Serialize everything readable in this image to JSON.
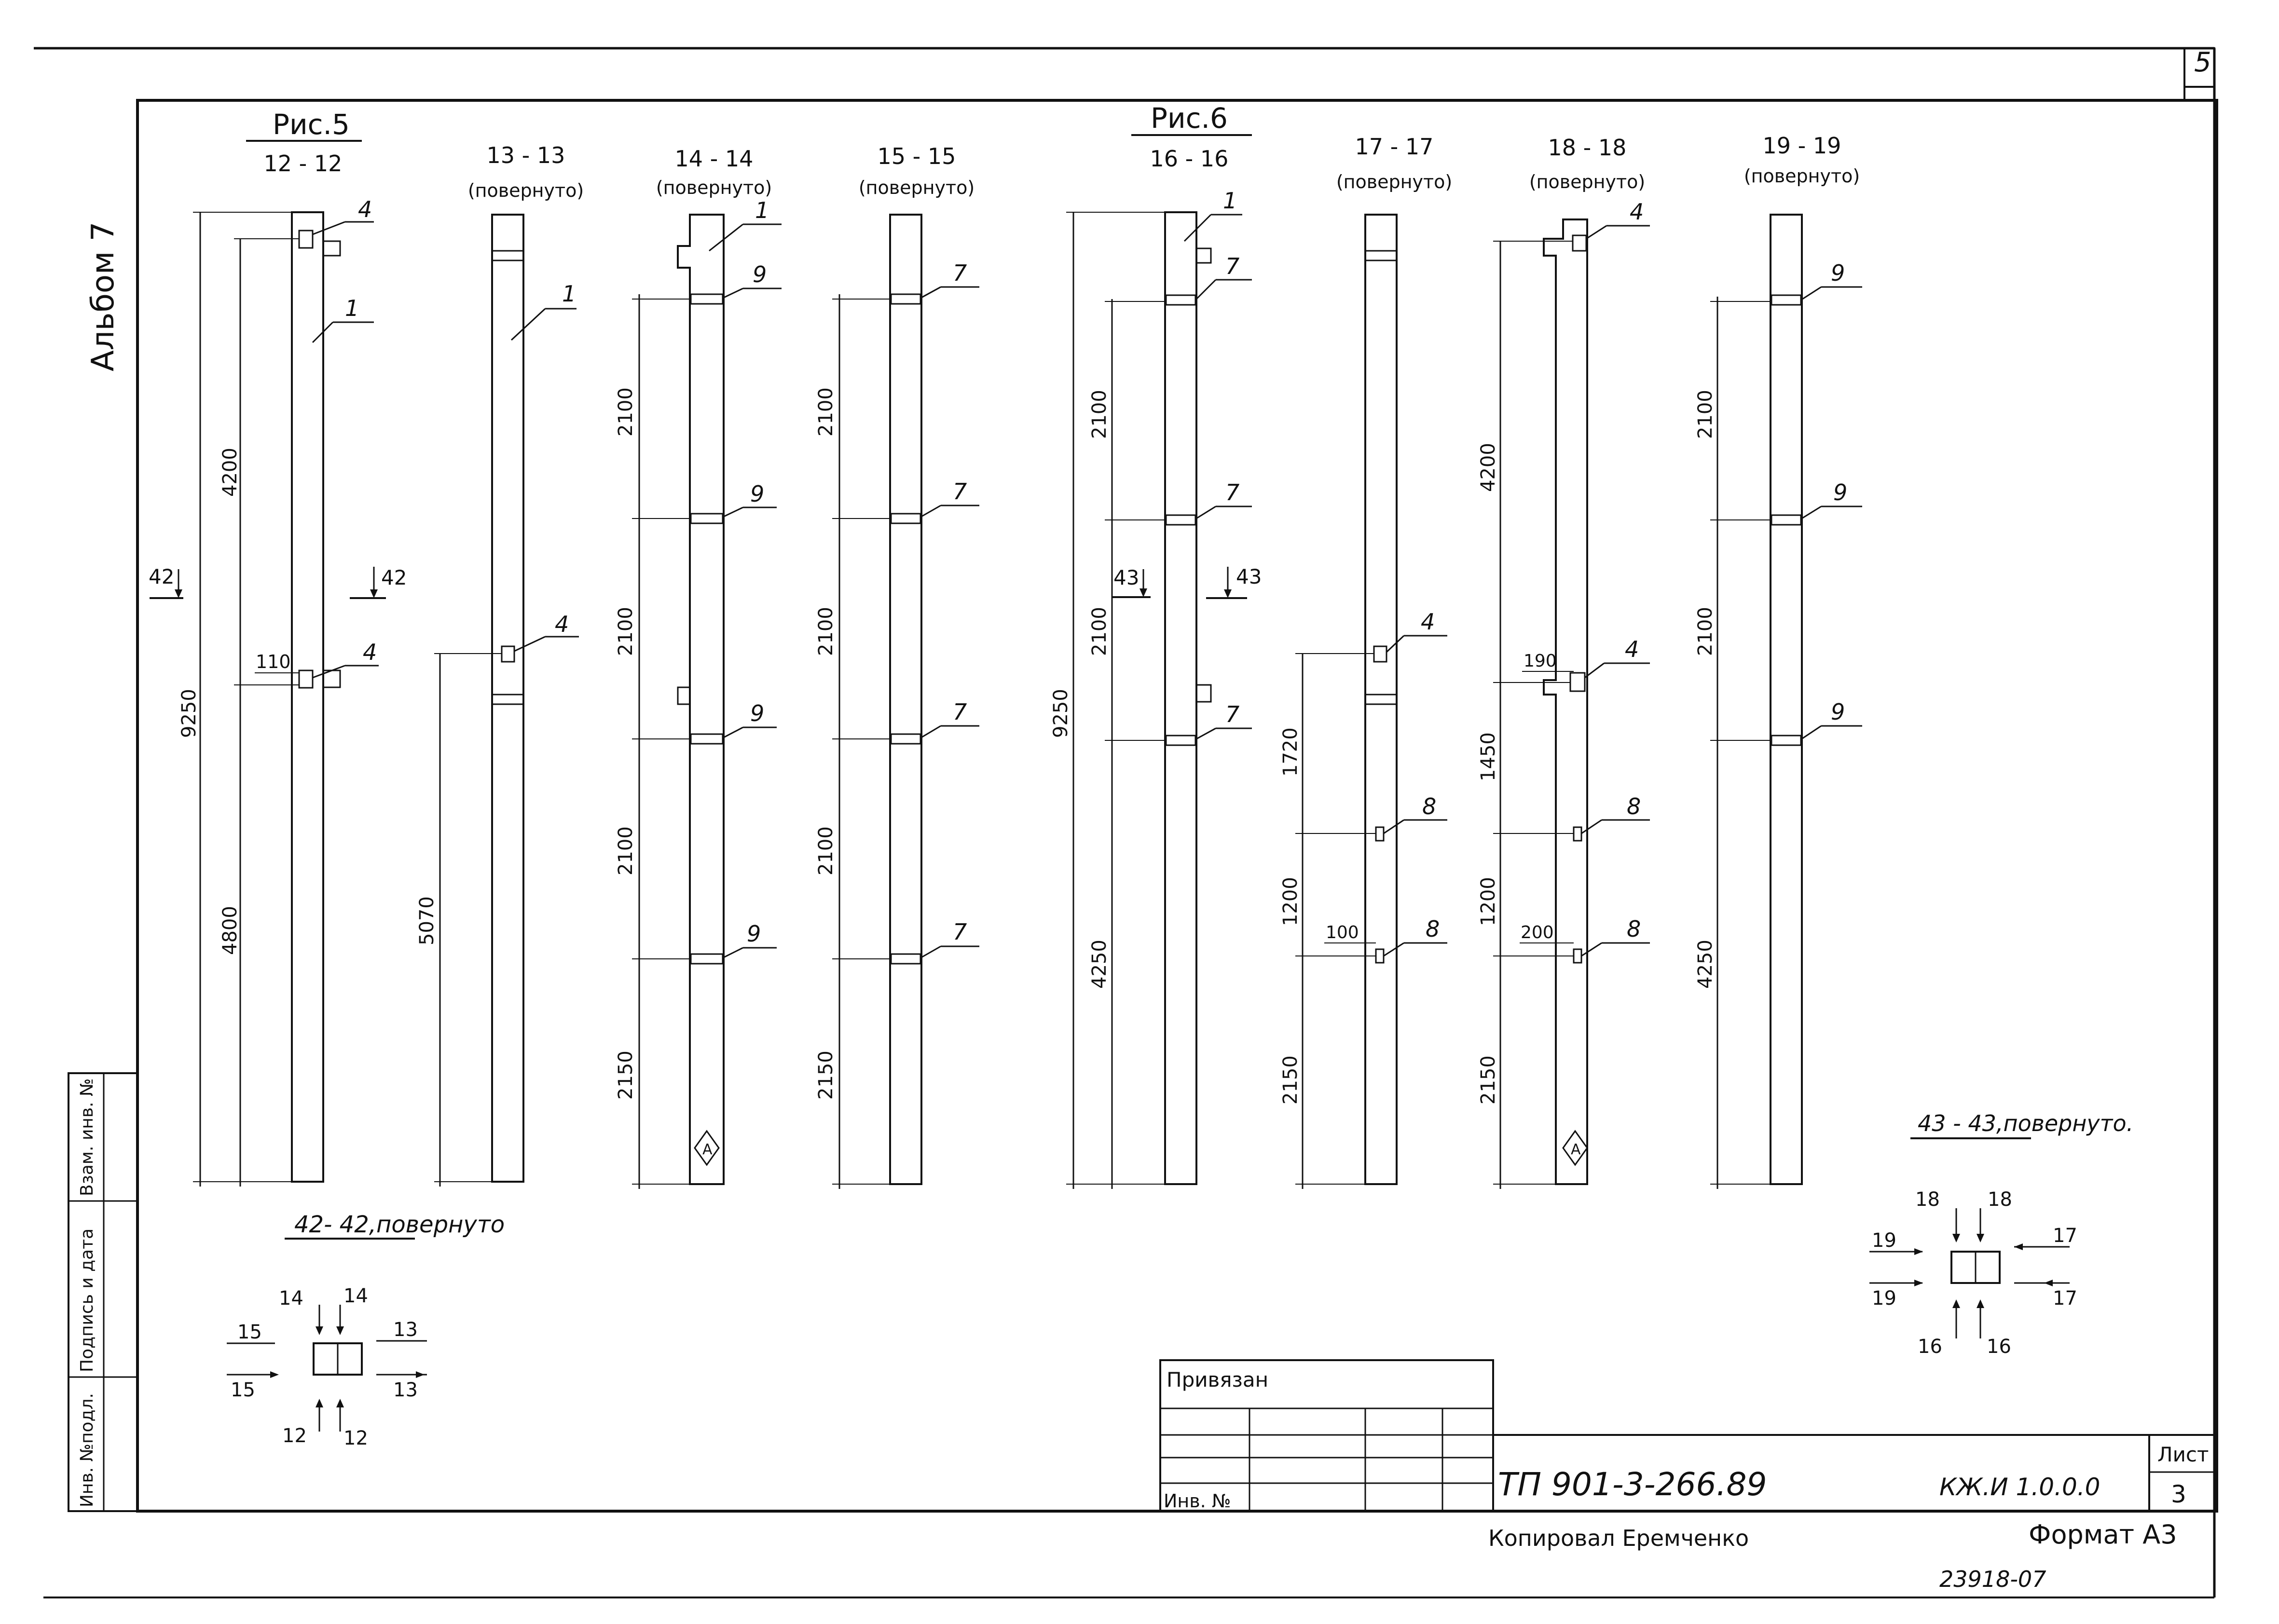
{
  "sheet": {
    "page_number": "5",
    "album": "Альбом 7",
    "format": "Формат А3",
    "copied_by": "Копировал Еремченко",
    "archive_number": "23918-07"
  },
  "side_stamp": [
    "Инв. №подл.",
    "Подпись и дата",
    "Взам. инв. №"
  ],
  "title_block": {
    "bound_label": "Привязан",
    "inv_label": "Инв. №",
    "project_code": "ТП 901-3-266.89",
    "drawing_code": "КЖ.И 1.0.0.0",
    "sheet_label": "Лист",
    "sheet_value": "3"
  },
  "figures": {
    "fig5": "Рис.5",
    "fig6": "Рис.6"
  },
  "sections": {
    "s12": {
      "name": "12 - 12",
      "note": ""
    },
    "s13": {
      "name": "13 - 13",
      "note": "(повернуто)"
    },
    "s14": {
      "name": "14 - 14",
      "note": "(повернуто)"
    },
    "s15": {
      "name": "15 - 15",
      "note": "(повернуто)"
    },
    "s16": {
      "name": "16 - 16",
      "note": ""
    },
    "s17": {
      "name": "17 - 17",
      "note": "(повернуто)"
    },
    "s18": {
      "name": "18 - 18",
      "note": "(повернуто)"
    },
    "s19": {
      "name": "19 - 19",
      "note": "(повернуто)"
    }
  },
  "dimensions": {
    "s12": {
      "total": "9250",
      "upper": "4200",
      "lower": "4800",
      "offset": "110"
    },
    "s13": {
      "total": "5070"
    },
    "s14": {
      "d1": "2100",
      "d2": "2100",
      "d3": "2100",
      "d4": "2150"
    },
    "s15": {
      "d1": "2100",
      "d2": "2100",
      "d3": "2100",
      "d4": "2150"
    },
    "s16": {
      "total": "9250",
      "d1": "2100",
      "d2": "2100",
      "d3": "4250"
    },
    "s17": {
      "d1": "1720",
      "d2": "1200",
      "d3": "2150",
      "offset": "100"
    },
    "s18": {
      "d1": "4200",
      "d2": "1450",
      "d3": "1200",
      "d4": "2150",
      "offset1": "190",
      "offset2": "200"
    },
    "s19": {
      "d1": "2100",
      "d2": "2100",
      "d3": "4250"
    }
  },
  "callouts": {
    "n1": "1",
    "n4": "4",
    "n7": "7",
    "n8": "8",
    "n9": "9"
  },
  "section_marks": {
    "m42": "42",
    "m43": "43",
    "m12": "12",
    "m13": "13",
    "m14": "14",
    "m15": "15",
    "m16": "16",
    "m17": "17",
    "m18": "18",
    "m19": "19"
  },
  "sub_views": {
    "v42": "42- 42,повернуто",
    "v43": "43 - 43,повернуто."
  },
  "mark_a": "А"
}
